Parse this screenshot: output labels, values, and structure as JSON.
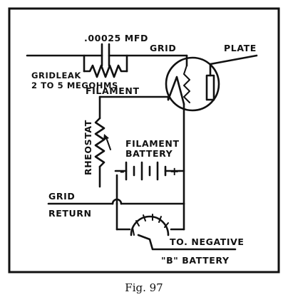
{
  "labels": {
    "capacitor": ".00025 MFD",
    "grid_top": "GRID",
    "plate": "PLATE",
    "gridleak_line1": "GRIDLEAK",
    "gridleak_line2": "2 TO 5 MEGOHMS",
    "filament": "FILAMENT",
    "rheostat": "RHEOSTAT",
    "battery_line1": "FILAMENT",
    "battery_line2": "BATTERY",
    "minus": "-",
    "plus": "+",
    "grid_return_line1": "GRID",
    "grid_return_line2": "RETURN",
    "neg_b_line1": "TO. NEGATIVE",
    "neg_b_line2": "\"B\" BATTERY"
  },
  "caption": "Fig. 97"
}
